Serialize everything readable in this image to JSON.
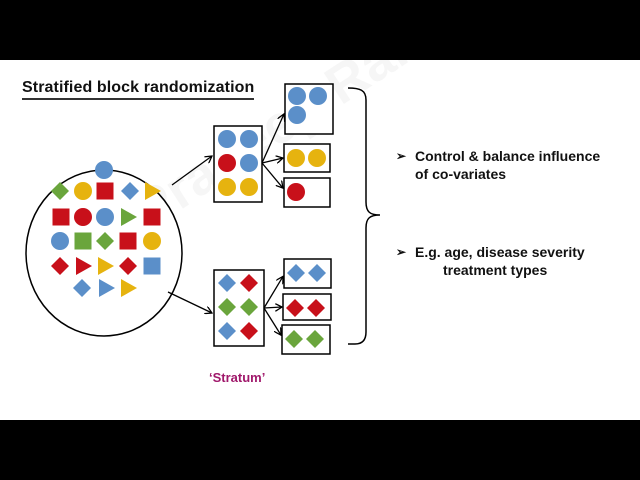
{
  "slide": {
    "title": "Stratified block randomization",
    "watermark": "Dr Pradeep Rangappa",
    "stratum_label": "‘Stratum’",
    "bullets": [
      {
        "icon": "arrowhead-bullet-icon",
        "glyph": "➢",
        "lines": [
          "Control & balance influence",
          "of co-variates"
        ]
      },
      {
        "icon": "arrowhead-bullet-icon",
        "glyph": "➢",
        "lines": [
          "E.g. age, disease severity",
          "treatment types"
        ]
      }
    ]
  },
  "colors": {
    "blue": "#5b8fc9",
    "red": "#c8101a",
    "yellow": "#e6b30f",
    "green": "#6aa53c",
    "stratum_text": "#a0186b"
  },
  "diagram": {
    "population_shapes": [
      {
        "shape": "circle",
        "color": "blue"
      },
      {
        "shape": "diamond",
        "color": "green"
      },
      {
        "shape": "circle",
        "color": "yellow"
      },
      {
        "shape": "square",
        "color": "red"
      },
      {
        "shape": "diamond",
        "color": "blue"
      },
      {
        "shape": "triangle",
        "color": "yellow"
      },
      {
        "shape": "square",
        "color": "red"
      },
      {
        "shape": "circle",
        "color": "red"
      },
      {
        "shape": "circle",
        "color": "blue"
      },
      {
        "shape": "triangle",
        "color": "green"
      },
      {
        "shape": "square",
        "color": "red"
      },
      {
        "shape": "circle",
        "color": "blue"
      },
      {
        "shape": "square",
        "color": "green"
      },
      {
        "shape": "diamond",
        "color": "green"
      },
      {
        "shape": "square",
        "color": "red"
      },
      {
        "shape": "circle",
        "color": "yellow"
      },
      {
        "shape": "diamond",
        "color": "red"
      },
      {
        "shape": "triangle",
        "color": "red"
      },
      {
        "shape": "triangle",
        "color": "yellow"
      },
      {
        "shape": "diamond",
        "color": "red"
      },
      {
        "shape": "square",
        "color": "blue"
      },
      {
        "shape": "diamond",
        "color": "blue"
      },
      {
        "shape": "triangle",
        "color": "blue"
      },
      {
        "shape": "triangle",
        "color": "yellow"
      }
    ],
    "strata": [
      {
        "name": "circles-stratum",
        "items": [
          {
            "shape": "circle",
            "color": "blue"
          },
          {
            "shape": "circle",
            "color": "blue"
          },
          {
            "shape": "circle",
            "color": "red"
          },
          {
            "shape": "circle",
            "color": "blue"
          },
          {
            "shape": "circle",
            "color": "yellow"
          },
          {
            "shape": "circle",
            "color": "yellow"
          }
        ],
        "blocks": [
          [
            {
              "shape": "circle",
              "color": "blue"
            },
            {
              "shape": "circle",
              "color": "blue"
            },
            {
              "shape": "circle",
              "color": "blue"
            }
          ],
          [
            {
              "shape": "circle",
              "color": "yellow"
            },
            {
              "shape": "circle",
              "color": "yellow"
            }
          ],
          [
            {
              "shape": "circle",
              "color": "red"
            }
          ]
        ]
      },
      {
        "name": "diamonds-stratum",
        "items": [
          {
            "shape": "diamond",
            "color": "blue"
          },
          {
            "shape": "diamond",
            "color": "red"
          },
          {
            "shape": "diamond",
            "color": "green"
          },
          {
            "shape": "diamond",
            "color": "green"
          },
          {
            "shape": "diamond",
            "color": "blue"
          },
          {
            "shape": "diamond",
            "color": "red"
          }
        ],
        "blocks": [
          [
            {
              "shape": "diamond",
              "color": "blue"
            },
            {
              "shape": "diamond",
              "color": "blue"
            }
          ],
          [
            {
              "shape": "diamond",
              "color": "red"
            },
            {
              "shape": "diamond",
              "color": "red"
            }
          ],
          [
            {
              "shape": "diamond",
              "color": "green"
            },
            {
              "shape": "diamond",
              "color": "green"
            }
          ]
        ]
      }
    ]
  }
}
